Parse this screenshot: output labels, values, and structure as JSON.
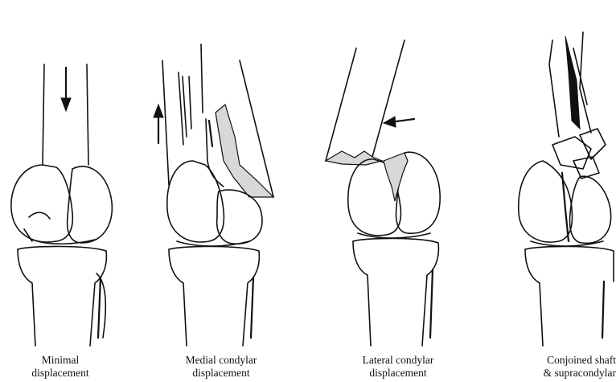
{
  "panels": [
    {
      "caption_line1": "Minimal",
      "caption_line2": "displacement"
    },
    {
      "caption_line1": "Medial condylar",
      "caption_line2": "displacement"
    },
    {
      "caption_line1": "Lateral condylar",
      "caption_line2": "displacement"
    },
    {
      "caption_line1": "Conjoined shaft",
      "caption_line2": "& supracondylar"
    }
  ]
}
